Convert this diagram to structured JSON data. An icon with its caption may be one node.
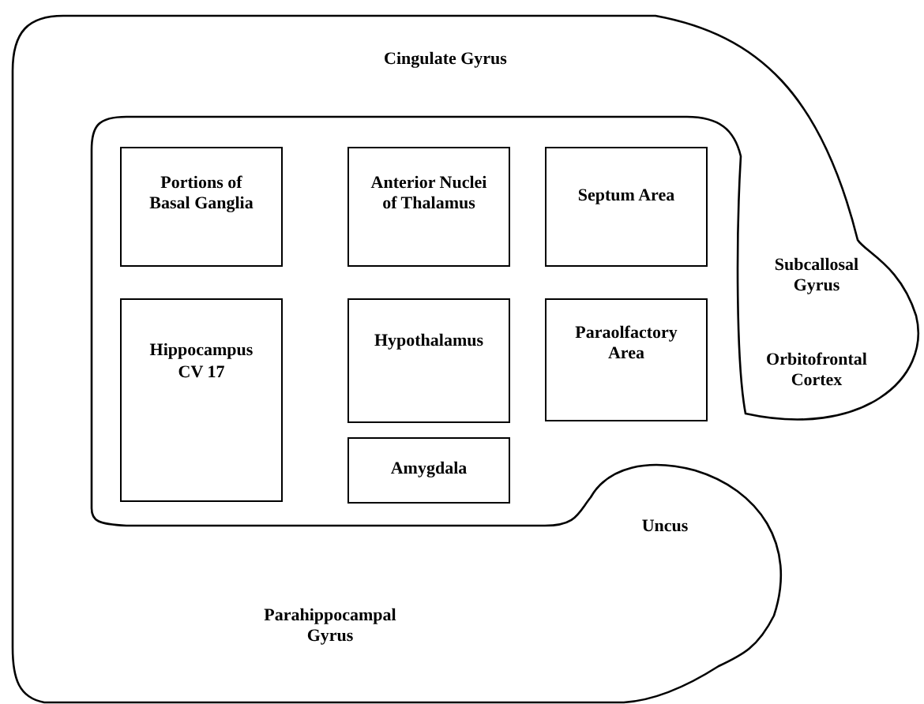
{
  "diagram": {
    "nodes": [
      {
        "text": [
          "Cingulate Gyrus",
          "Subcallosal Gyrus",
          "Orbitofrontal Cortex",
          "Uncus",
          "Parahippocampal Gyrus"
        ]
      },
      {
        "text": [
          "Portions of Basal Ganglia"
        ]
      },
      {
        "text": [
          "Anterior Nuclei of Thalamus"
        ]
      },
      {
        "text": [
          "Septum Area"
        ]
      },
      {
        "text": [
          "Hippocampus CV 17"
        ]
      },
      {
        "text": [
          "Hypothalamus"
        ]
      },
      {
        "text": [
          "Paraolfactory Area"
        ]
      },
      {
        "text": [
          "Amygdala"
        ]
      }
    ]
  }
}
